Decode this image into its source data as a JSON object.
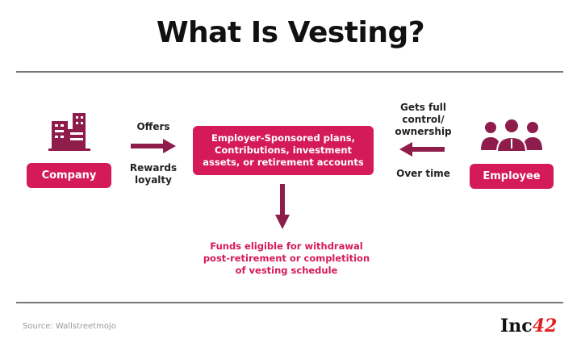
{
  "title": "What Is Vesting?",
  "company": {
    "label": "Company",
    "icon": "buildings-icon"
  },
  "employee": {
    "label": "Employee",
    "icon": "people-group-icon"
  },
  "left_arrow": {
    "top_label": "Offers",
    "bottom_label_1": "Rewards",
    "bottom_label_2": "loyalty"
  },
  "right_arrow": {
    "top_label_1": "Gets full",
    "top_label_2": "control/",
    "top_label_3": "ownership",
    "bottom_label": "Over time"
  },
  "center_box": {
    "line1": "Employer-Sponsored plans,",
    "line2": "Contributions, investment",
    "line3": "assets, or retirement accounts"
  },
  "result": {
    "line1": "Funds eligible for withdrawal",
    "line2": "post-retirement or completition",
    "line3": "of vesting schedule"
  },
  "footer": {
    "source": "Source: Wallstreetmojo",
    "logo_text": "Inc",
    "logo_num": "42"
  },
  "colors": {
    "accent": "#d51a5a",
    "icon": "#8e1d4c"
  }
}
